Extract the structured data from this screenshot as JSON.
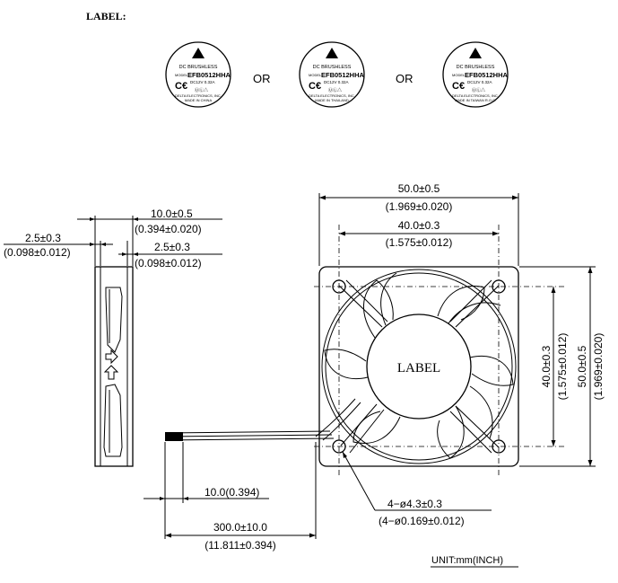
{
  "label_heading": "LABEL:",
  "labels": [
    {
      "line1": "DC BRUSHLESS",
      "model_prefix": "MODEL",
      "model": "EFB0512HHA",
      "rating": "DC12V  0.32A",
      "ring": "DELTA ELECTRONICS, INC.",
      "origin": "MADE IN CHINA"
    },
    {
      "line1": "DC BRUSHLESS",
      "model_prefix": "MODEL",
      "model": "EFB0512HHA",
      "rating": "DC12V  0.32A",
      "ring": "DELTA ELECTRONICS, INC.",
      "origin": "MADE IN THAILAND"
    },
    {
      "line1": "DC BRUSHLESS",
      "model_prefix": "MODEL",
      "model": "EFB0512HHA",
      "rating": "DC12V  0.32A",
      "ring": "DELTA ELECTRONICS, INC.",
      "origin": "MADE IN TAIWAN R.O.C."
    }
  ],
  "or_text": "OR",
  "center_label": "LABEL",
  "dims": {
    "width_mm": "50.0±0.5",
    "width_in": "(1.969±0.020)",
    "hole_mm": "40.0±0.3",
    "hole_in": "(1.575±0.012)",
    "thick_mm": "10.0±0.5",
    "thick_in": "(0.394±0.020)",
    "left_mm": "2.5±0.3",
    "left_in": "(0.098±0.012)",
    "right_mm": "2.5±0.3",
    "right_in": "(0.098±0.012)",
    "v_hole": "40.0±0.3",
    "v_hole_in": "(1.575±0.012)",
    "v_width": "50.0±0.5",
    "v_width_in": "(1.969±0.020)",
    "strip": "10.0(0.394)",
    "lead_mm": "300.0±10.0",
    "lead_in": "(11.811±0.394)",
    "holes_mm": "4−ø4.3±0.3",
    "holes_in": "(4−ø0.169±0.012)",
    "unit": "UNIT:mm(INCH)"
  }
}
